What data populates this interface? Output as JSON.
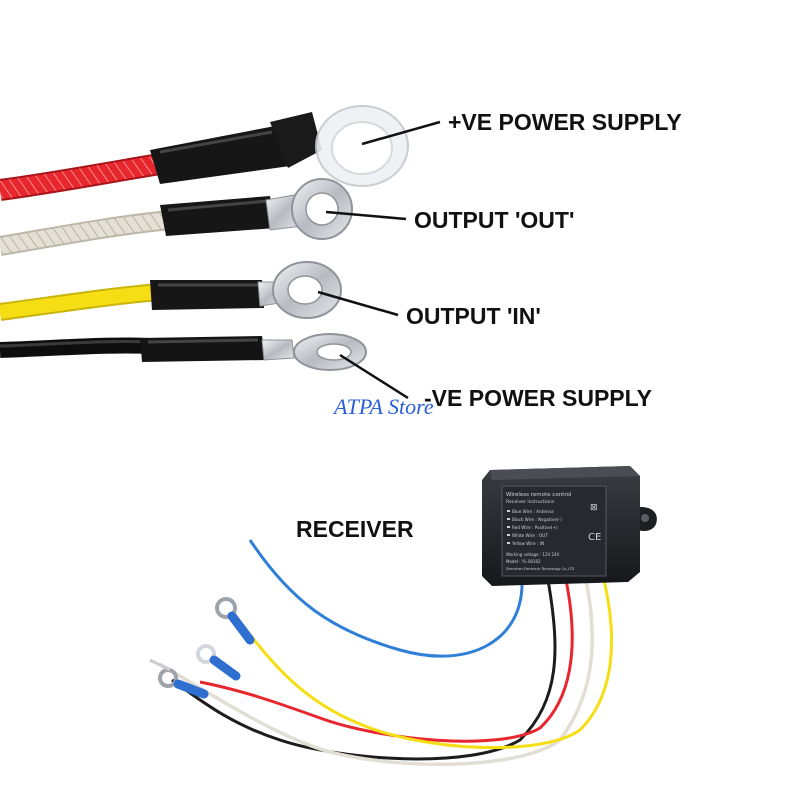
{
  "labels": {
    "pos_supply": "+VE POWER SUPPLY",
    "output_out": "OUTPUT 'OUT'",
    "output_in": "OUTPUT 'IN'",
    "neg_supply": "-VE POWER SUPPLY",
    "receiver": "RECEIVER"
  },
  "watermark": "ATPA Store",
  "device": {
    "title": "Wireless remote control",
    "subtitle": "Receiver instructions",
    "lines": [
      "Blue Wire : Antenna",
      "Black Wire : Negative(-)",
      "Red Wire : Positive(+)",
      "White Wire : OUT",
      "Yellow Wire : IN",
      "Working voltage : 12V 24V",
      "Model : YL-00302",
      "Shenzhen Electronic Technology Co.,LTD"
    ],
    "ce_mark": "CE",
    "bin_mark": "⊠"
  },
  "colors": {
    "red_wire": "#e8262e",
    "white_wire": "#e4e0d6",
    "yellow_wire": "#f5df14",
    "black_wire": "#1c1c1c",
    "blue_wire": "#2f7fd8",
    "terminal_metal": "#c9ccd1",
    "box": "#1d1f22",
    "watermark": "#2a5fd6"
  }
}
